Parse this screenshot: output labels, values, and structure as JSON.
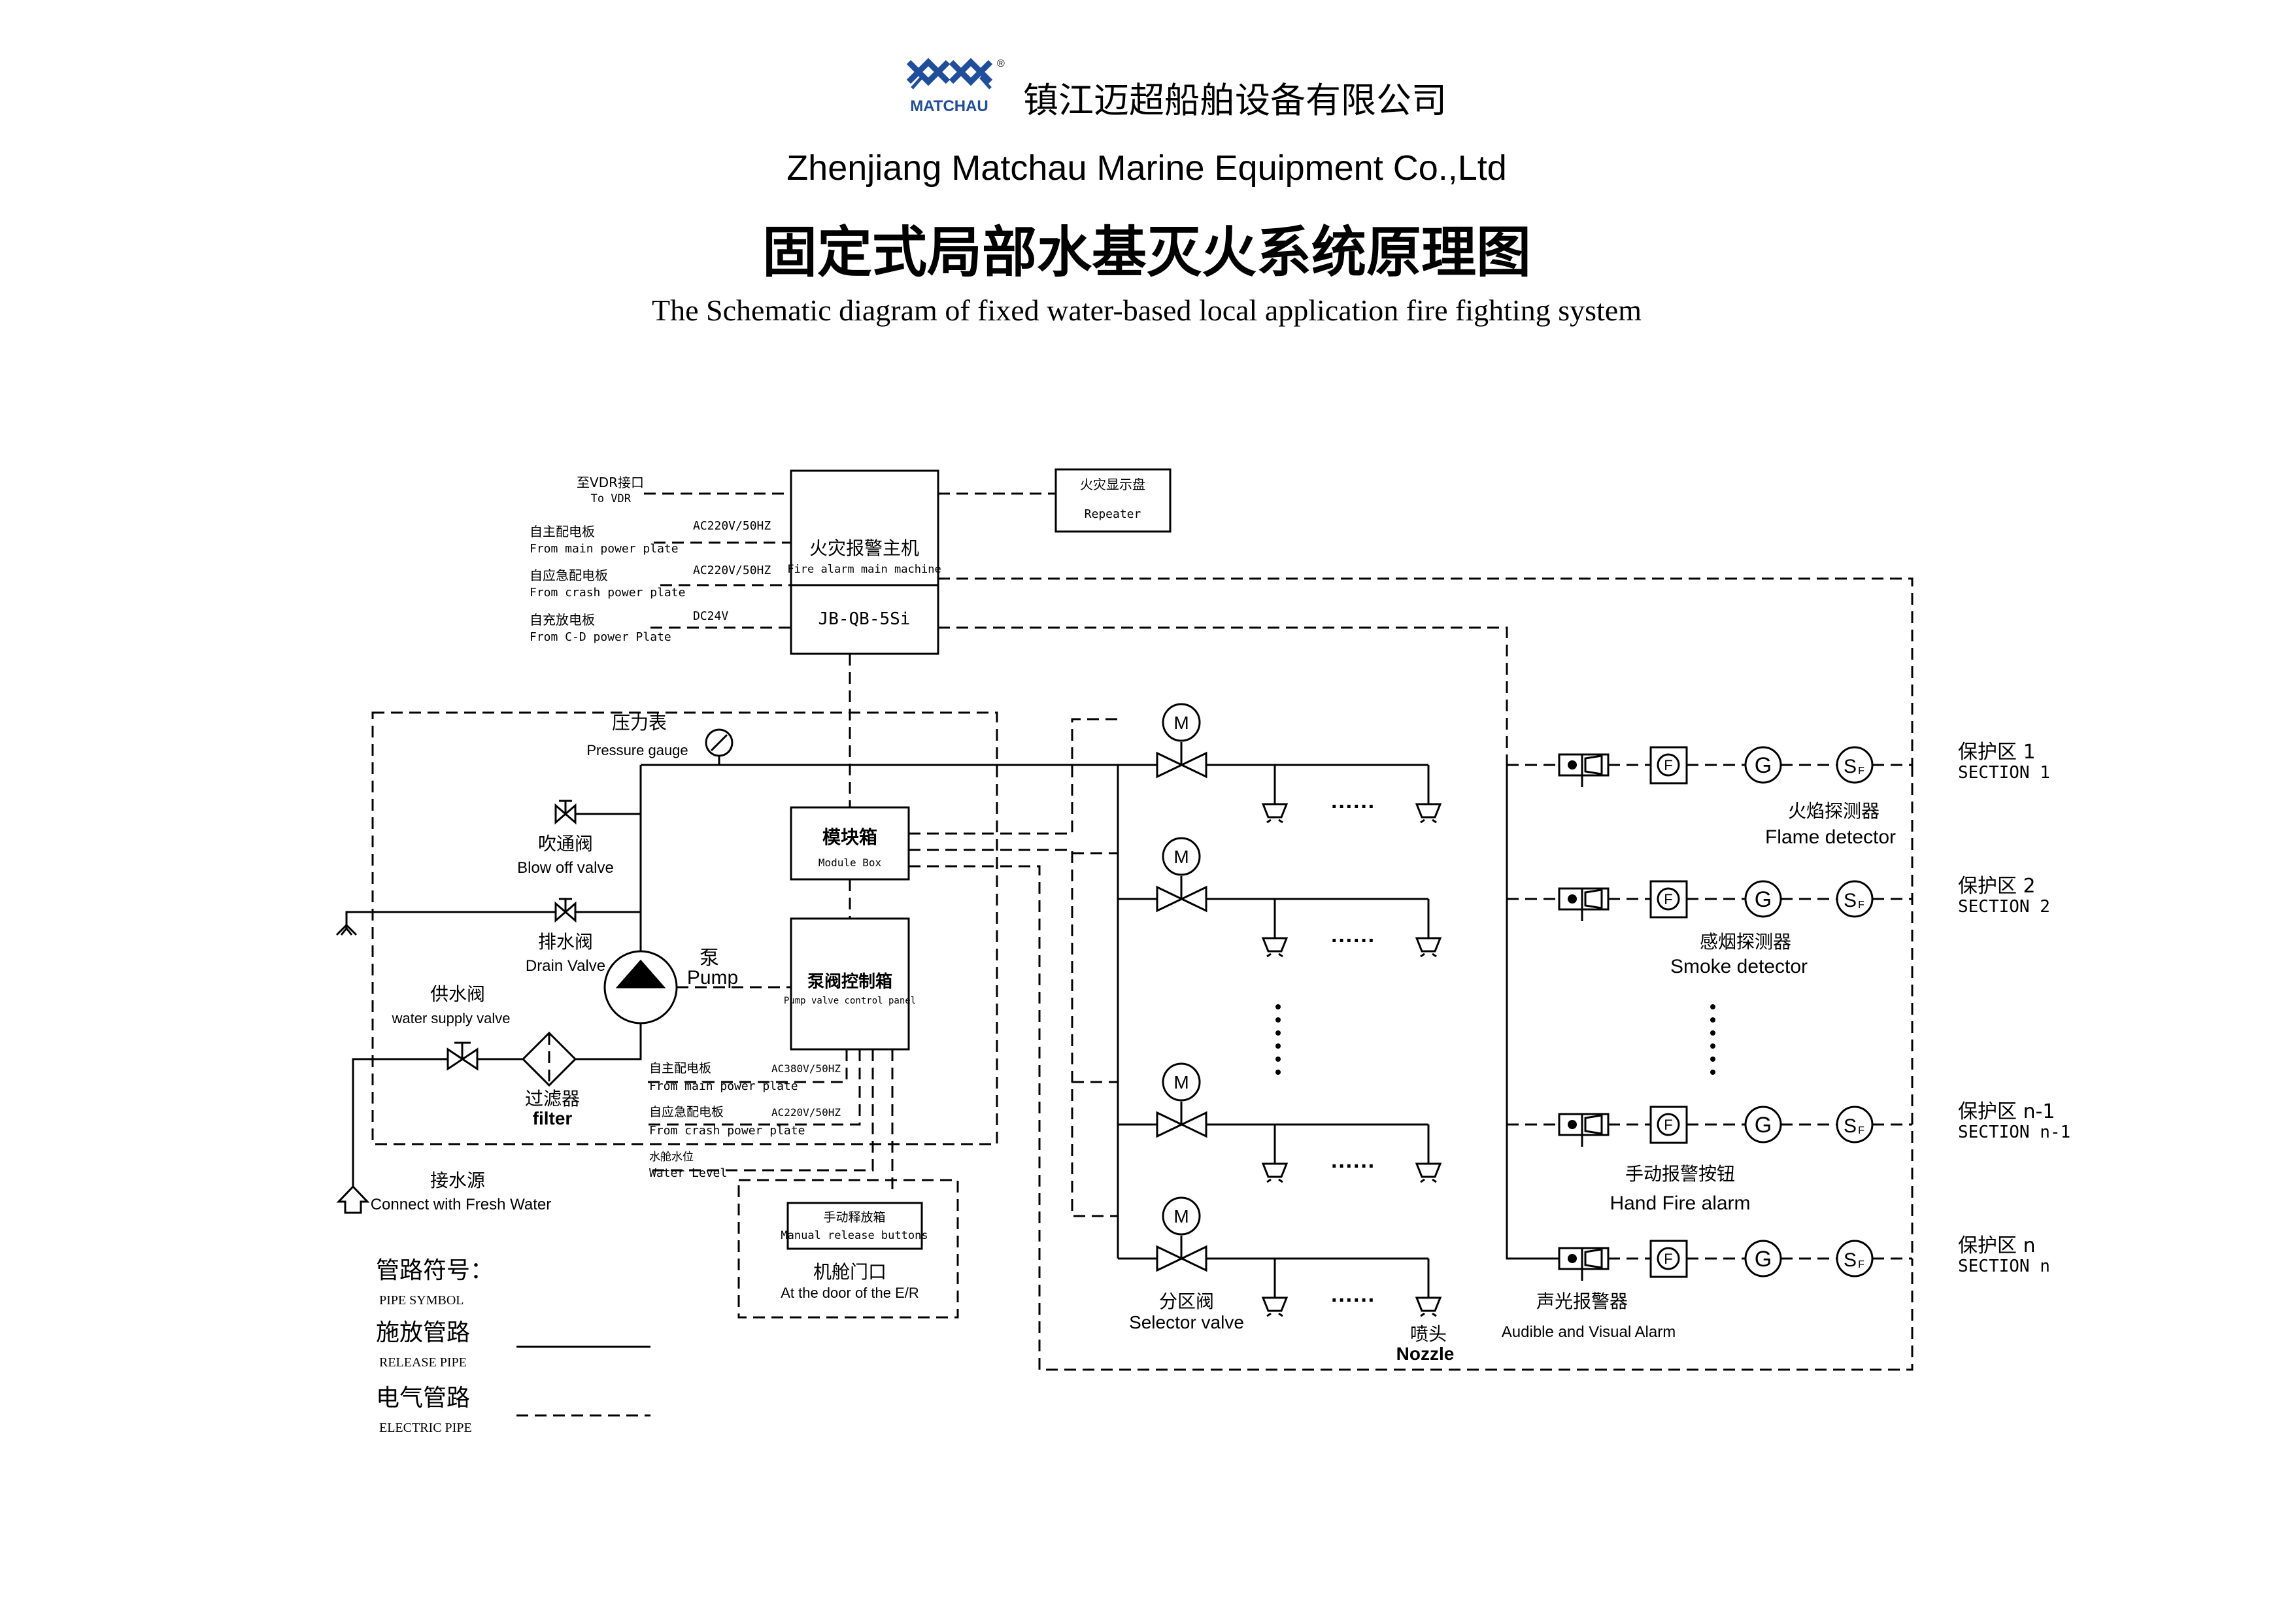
{
  "header": {
    "logo_text": "MATCHAU",
    "logo_registered": "®",
    "company_cn": "镇江迈超船舶设备有限公司",
    "company_en": "Zhenjiang Matchau Marine Equipment Co.,Ltd",
    "title_cn": "固定式局部水基灭火系统原理图",
    "title_en": "The Schematic diagram of fixed water-based local application fire fighting system"
  },
  "main_machine": {
    "name_cn": "火灾报警主机",
    "name_en": "Fire alarm main machine",
    "model": "JB-QB-5Si"
  },
  "repeater": {
    "name_cn": "火灾显示盘",
    "name_en": "Repeater"
  },
  "inputs": {
    "vdr_cn": "至VDR接口",
    "vdr_en": "To VDR",
    "main_cn": "自主配电板",
    "main_en": "From main power plate",
    "main_voltage": "AC220V/50HZ",
    "crash_cn": "自应急配电板",
    "crash_en": "From crash power plate",
    "crash_voltage": "AC220V/50HZ",
    "cd_cn": "自充放电板",
    "cd_en": "From C-D power Plate",
    "cd_voltage": "DC24V"
  },
  "pump_unit": {
    "gauge_cn": "压力表",
    "gauge_en": "Pressure gauge",
    "blow_cn": "吹通阀",
    "blow_en": "Blow off valve",
    "drain_cn": "排水阀",
    "drain_en": "Drain Valve",
    "pump_cn": "泵",
    "pump_en": "Pump",
    "supply_cn": "供水阀",
    "supply_en": "water supply valve",
    "filter_cn": "过滤器",
    "filter_en": "filter",
    "fresh_cn": "接水源",
    "fresh_en": "Connect with Fresh Water"
  },
  "module_box": {
    "name_cn": "模块箱",
    "name_en": "Module Box"
  },
  "pump_panel": {
    "name_cn": "泵阀控制箱",
    "name_en": "Pump valve control panel",
    "main_cn": "自主配电板",
    "main_en": "From main power plate",
    "main_voltage": "AC380V/50HZ",
    "crash_cn": "自应急配电板",
    "crash_en": "From crash power plate",
    "crash_voltage": "AC220V/50HZ",
    "level_cn": "水舱水位",
    "level_en": "Water Level"
  },
  "manual_release": {
    "name_cn": "手动释放箱",
    "name_en": "Manual release buttons",
    "door_cn": "机舱门口",
    "door_en": "At the door of the E/R"
  },
  "valves": {
    "motor_symbol": "M",
    "selector_cn": "分区阀",
    "selector_en": "Selector valve",
    "nozzle_cn": "喷头",
    "nozzle_en": "Nozzle",
    "ellipsis": "······"
  },
  "detectors": {
    "f_symbol": "F",
    "g_symbol": "G",
    "s_symbol": "S",
    "s_sub": "F",
    "flame_cn": "火焰探测器",
    "flame_en": "Flame detector",
    "smoke_cn": "感烟探测器",
    "smoke_en": "Smoke detector",
    "hand_cn": "手动报警按钮",
    "hand_en": "Hand Fire alarm",
    "alarm_cn": "声光报警器",
    "alarm_en": "Audible and Visual Alarm"
  },
  "sections": [
    {
      "cn": "保护区 1",
      "en": "SECTION 1"
    },
    {
      "cn": "保护区 2",
      "en": "SECTION 2"
    },
    {
      "cn": "保护区 n-1",
      "en": "SECTION n-1"
    },
    {
      "cn": "保护区 n",
      "en": "SECTION n"
    }
  ],
  "legend": {
    "title_cn": "管路符号：",
    "title_en": "PIPE SYMBOL",
    "release_cn": "施放管路",
    "release_en": "RELEASE PIPE",
    "electric_cn": "电气管路",
    "electric_en": "ELECTRIC PIPE"
  },
  "colors": {
    "logo_blue": "#1f4e9c",
    "ink": "#000000"
  }
}
